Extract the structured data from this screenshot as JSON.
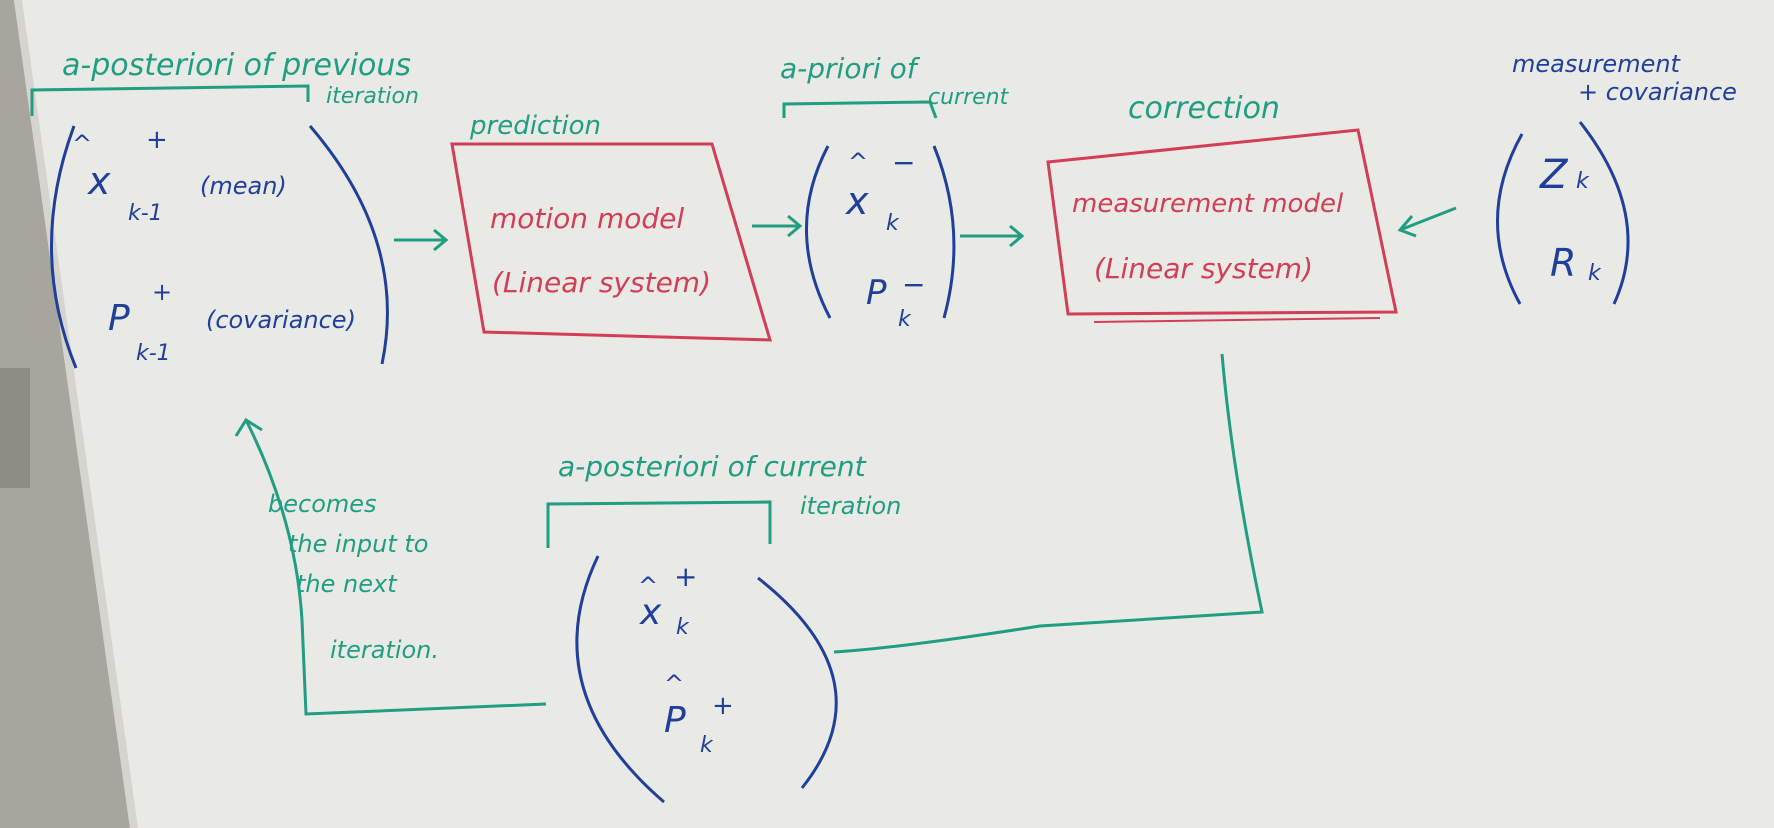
{
  "labels": {
    "prev_posterior_line1": "a-posteriori of previous",
    "prev_posterior_line2": "iteration",
    "prediction": "prediction",
    "apriori_line1": "a-priori of",
    "apriori_line2": "current",
    "correction": "correction",
    "measurement_line1": "measurement",
    "measurement_line2": "+ covariance",
    "curr_posterior_line1": "a-posteriori of current",
    "curr_posterior_line2": "iteration",
    "feedback_line1": "becomes",
    "feedback_line2": "the input to",
    "feedback_line3": "the next",
    "feedback_line4": "iteration."
  },
  "boxes": {
    "motion_line1": "motion model",
    "motion_line2": "(Linear system)",
    "measurement_line1": "measurement model",
    "measurement_line2": "(Linear system)"
  },
  "vectors": {
    "prev": {
      "mean_var": "x",
      "mean_hat": "^",
      "mean_sup": "+",
      "mean_sub": "k-1",
      "mean_note": "(mean)",
      "cov_var": "P",
      "cov_sup": "+",
      "cov_sub": "k-1",
      "cov_note": "(covariance)"
    },
    "prior": {
      "mean_var": "x",
      "mean_hat": "^",
      "mean_sup": "−",
      "mean_sub": "k",
      "cov_var": "P",
      "cov_sup": "−",
      "cov_sub": "k"
    },
    "meas": {
      "z_var": "Z",
      "z_sub": "k",
      "r_var": "R",
      "r_sub": "k"
    },
    "post": {
      "mean_var": "x",
      "mean_hat": "^",
      "mean_sup": "+",
      "mean_sub": "k",
      "cov_var": "P",
      "cov_hat": "^",
      "cov_sup": "+",
      "cov_sub": "k"
    }
  },
  "colors": {
    "board": "#e9e9e6",
    "teal": "#1f9e82",
    "red": "#d23e55",
    "blue": "#1f3f9a",
    "frame": "#a8a59e"
  }
}
